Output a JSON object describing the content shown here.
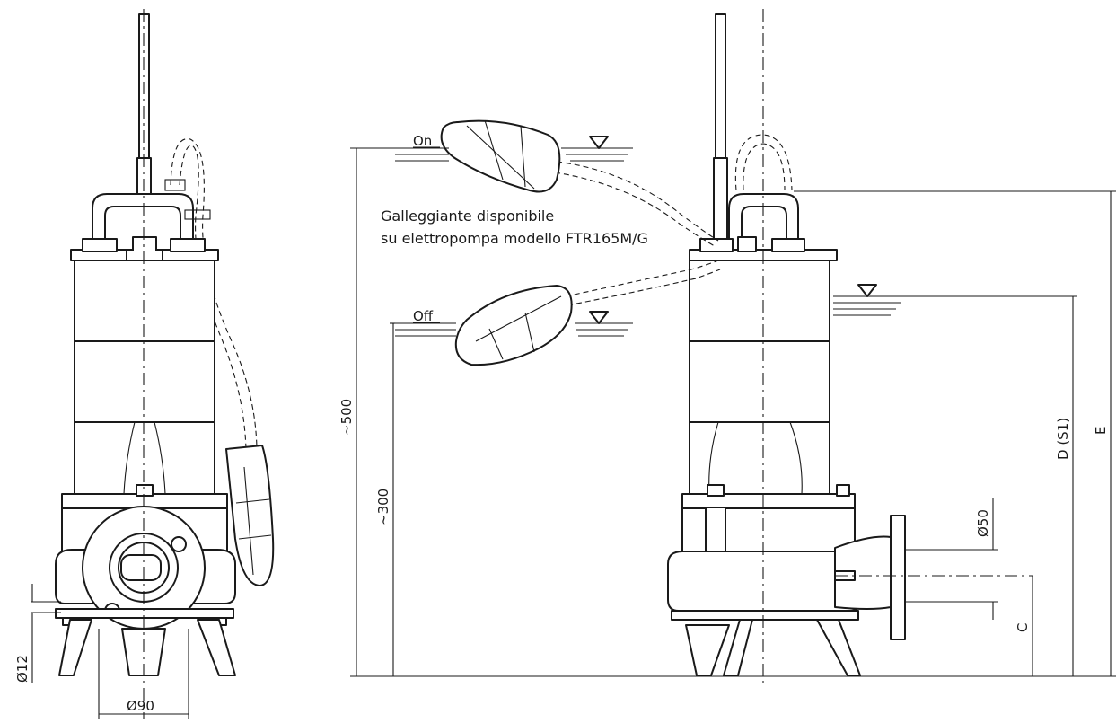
{
  "labels": {
    "on": "On",
    "off": "Off",
    "note_line1": "Galleggiante disponibile",
    "note_line2": "su elettropompa modello FTR165M/G",
    "dim_500": "~500",
    "dim_300": "~300",
    "dim_d": "D (S1)",
    "dim_e": "E",
    "dim_c": "C",
    "dim_50": "Ø50",
    "dim_12": "Ø12",
    "dim_90": "Ø90"
  },
  "colors": {
    "line": "#1a1a1a",
    "background": "#ffffff"
  }
}
